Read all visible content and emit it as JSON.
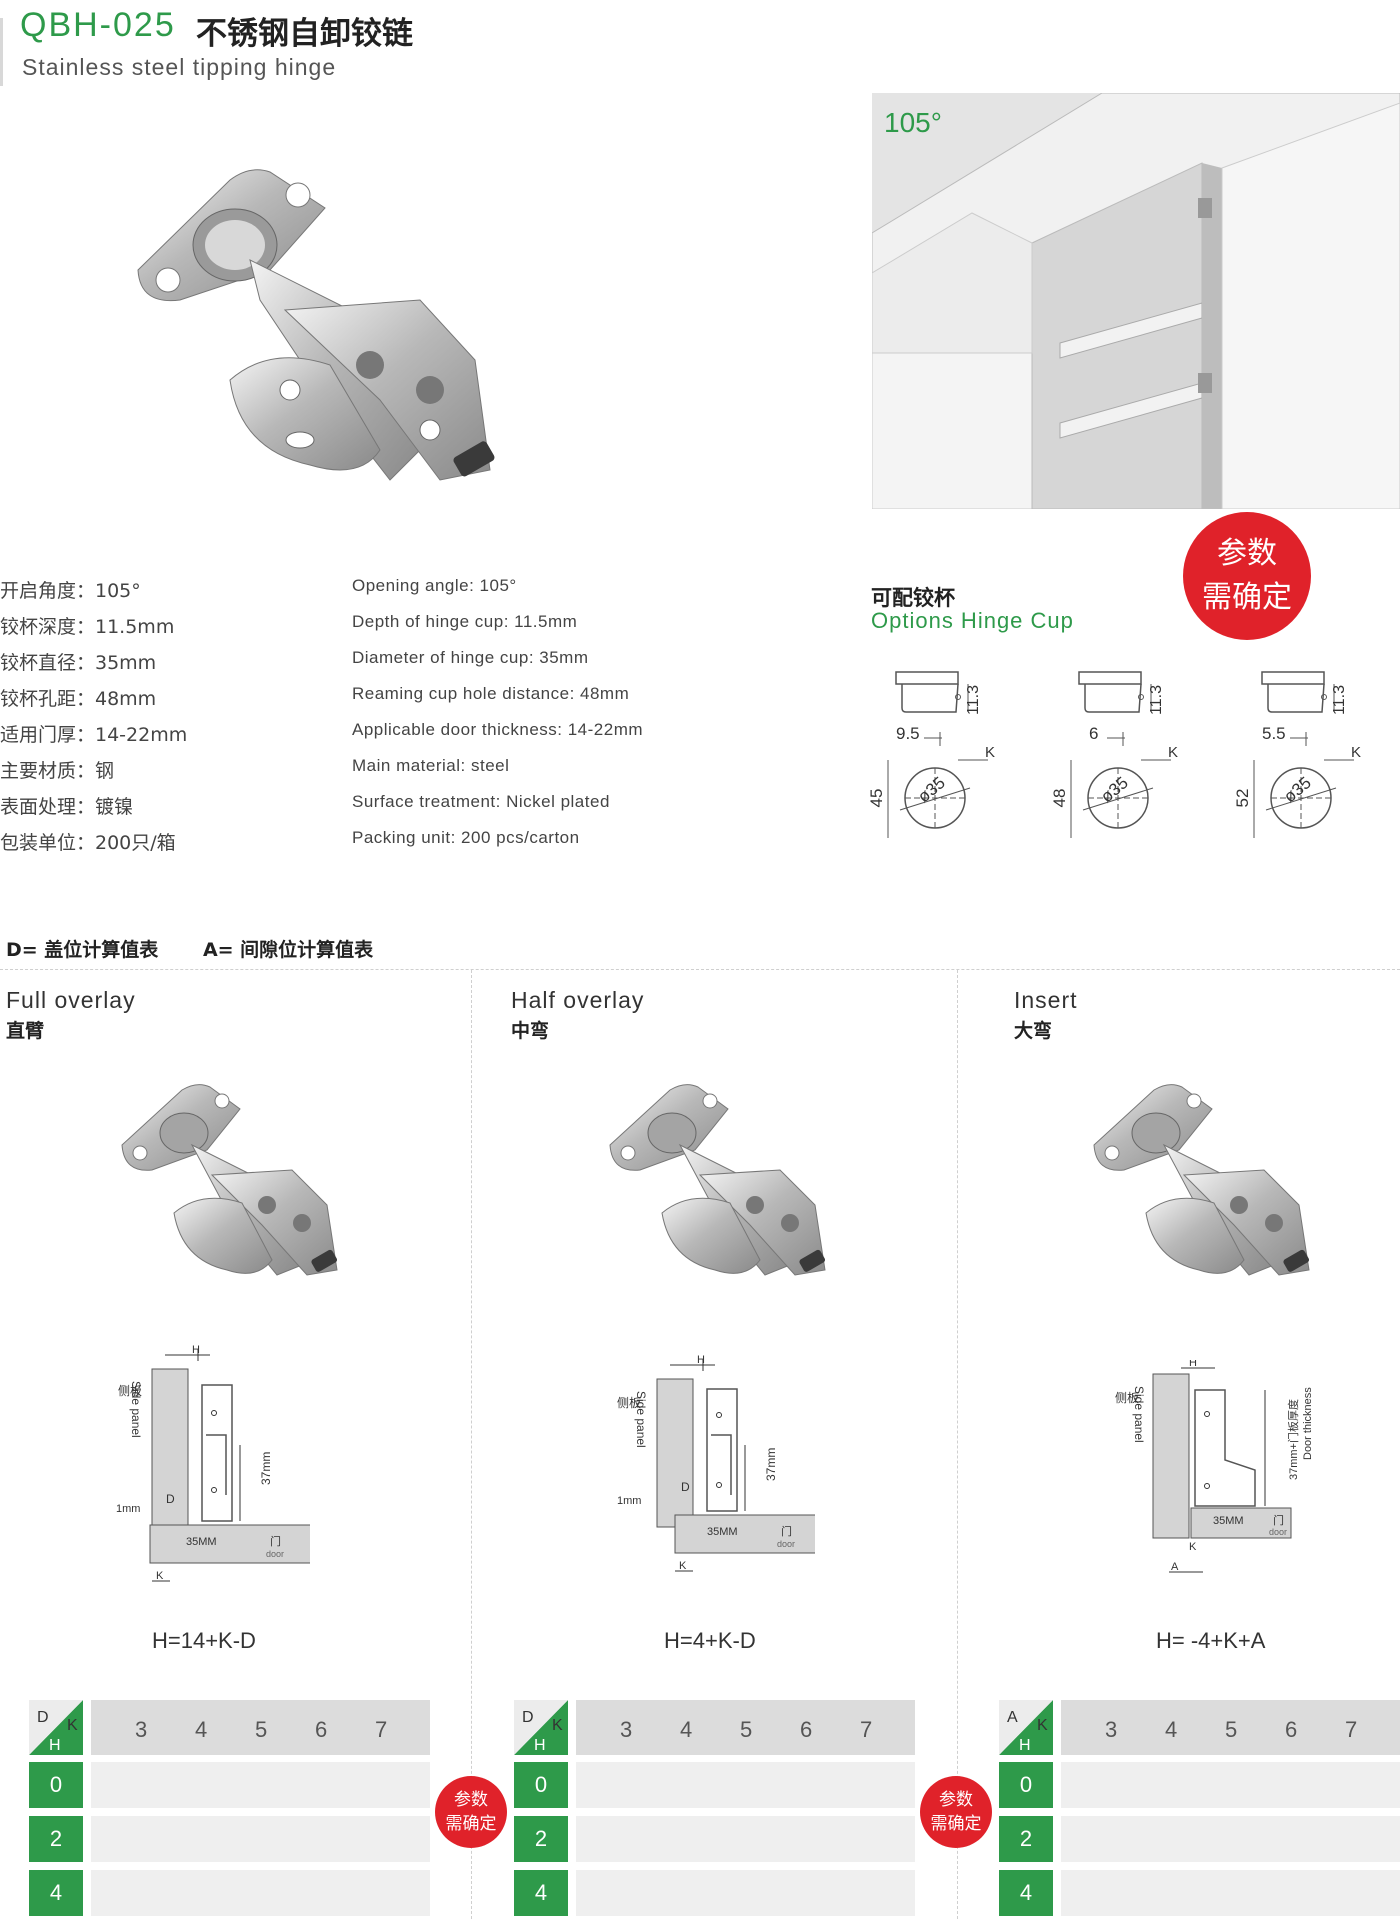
{
  "header": {
    "code": "QBH-025",
    "title_cn": "不锈钢自卸铰链",
    "subtitle_en": "Stainless steel tipping hinge"
  },
  "cabinet_image": {
    "angle_label": "105°"
  },
  "specs_cn": [
    "开启角度：105°",
    "铰杯深度：11.5mm",
    "铰杯直径：35mm",
    "铰杯孔距：48mm",
    "适用门厚：14-22mm",
    "主要材质：钢",
    "表面处理：镀镍",
    "包装单位：200只/箱"
  ],
  "specs_en": [
    "Opening angle: 105°",
    "Depth of hinge cup: 11.5mm",
    "Diameter of hinge cup: 35mm",
    "Reaming cup hole distance: 48mm",
    "Applicable door thickness: 14-22mm",
    "Main material: steel",
    "Surface treatment: Nickel plated",
    "Packing unit: 200 pcs/carton"
  ],
  "cups": {
    "title_cn": "可配铰杯",
    "title_en": "Options Hinge Cup",
    "badge": [
      "参数",
      "需确定"
    ],
    "items": [
      {
        "offset": "9.5",
        "distance": "45",
        "depth": "11.3",
        "diameter": "ø35",
        "k": "K"
      },
      {
        "offset": "6",
        "distance": "48",
        "depth": "11.3",
        "diameter": "ø35",
        "k": "K"
      },
      {
        "offset": "5.5",
        "distance": "52",
        "depth": "11.3",
        "diameter": "ø35",
        "k": "K"
      }
    ]
  },
  "calc_legend": [
    "D= 盖位计算值表",
    "A= 间隙位计算值表"
  ],
  "columns": [
    {
      "en": "Full overlay",
      "cn": "直臂",
      "formula": "H=14+K-D",
      "corner_top": "D",
      "diagram": {
        "side_cn": "侧板",
        "side_en": "Side panel",
        "h": "H",
        "d": "D",
        "gap": "1mm",
        "dim": "37mm",
        "cup": "35MM",
        "door_cn": "门",
        "door_en": "door",
        "k": "K"
      }
    },
    {
      "en": "Half overlay",
      "cn": "中弯",
      "formula": "H=4+K-D",
      "corner_top": "D",
      "diagram": {
        "side_cn": "侧板",
        "side_en": "Side panel",
        "h": "H",
        "d": "D",
        "gap": "1mm",
        "dim": "37mm",
        "cup": "35MM",
        "door_cn": "门",
        "door_en": "door",
        "k": "K"
      }
    },
    {
      "en": "Insert",
      "cn": "大弯",
      "formula": "H= -4+K+A",
      "corner_top": "A",
      "diagram": {
        "side_cn": "侧板",
        "side_en": "Side panel",
        "h": "H",
        "a": "A",
        "dim": "37mm+门板厚度",
        "dim_en": "Door thickness",
        "cup": "35MM",
        "door_cn": "门",
        "door_en": "door",
        "k": "K"
      }
    }
  ],
  "table": {
    "corner_k": "K",
    "corner_h": "H",
    "k_values": [
      "3",
      "4",
      "5",
      "6",
      "7"
    ],
    "h_values": [
      "0",
      "2",
      "4"
    ]
  },
  "table_badge": [
    "参数",
    "需确定"
  ],
  "colors": {
    "accent_green": "#2e9a4a",
    "badge_red": "#e0222a",
    "table_gray": "#dcdcdc"
  }
}
